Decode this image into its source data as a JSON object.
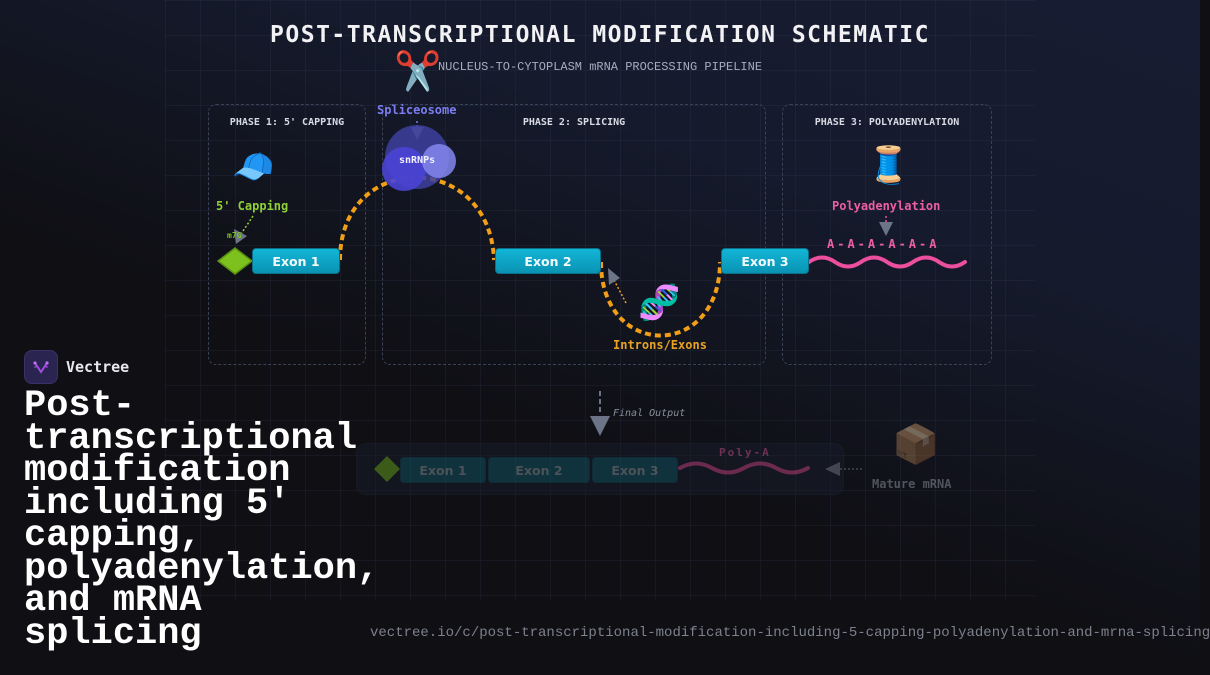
{
  "diagram": {
    "title": "POST-TRANSCRIPTIONAL MODIFICATION SCHEMATIC",
    "subtitle": "NUCLEUS-TO-CYTOPLASM mRNA PROCESSING PIPELINE",
    "phases": [
      {
        "label": "PHASE 1: 5' CAPPING"
      },
      {
        "label": "PHASE 2: SPLICING"
      },
      {
        "label": "PHASE 3: POLYADENYLATION"
      }
    ],
    "capping": {
      "icon": "🧢",
      "label": "5' Capping",
      "cap_label": "m7G",
      "color": "#8fd136"
    },
    "spliceosome": {
      "icon": "✂️",
      "label": "Spliceosome",
      "complex_label": "snRNPs",
      "color": "#7b7ef2"
    },
    "introns": {
      "icon": "🧬",
      "label": "Introns/Exons",
      "color": "#f2a21e"
    },
    "polyadenylation": {
      "icon": "🧵",
      "label": "Polyadenylation",
      "tail_label": "A-A-A-A-A-A",
      "color": "#ec4f9e"
    },
    "exons": [
      {
        "label": "Exon 1"
      },
      {
        "label": "Exon 2"
      },
      {
        "label": "Exon 3"
      }
    ],
    "final": {
      "arrow_label": "Final Output",
      "exons": [
        {
          "label": "Exon 1"
        },
        {
          "label": "Exon 2"
        },
        {
          "label": "Exon 3"
        }
      ],
      "tail_label": "Poly-A",
      "product_icon": "📦",
      "product_label": "Mature mRNA"
    },
    "colors": {
      "exon": "#0fa6c6",
      "cap": "#7cc11e",
      "splice_path": "#f29f17",
      "poly_a": "#ec4f9e",
      "background": "#0f0f14"
    }
  },
  "brand": {
    "name": "Vectree"
  },
  "headline": "Post-transcriptional modification including 5' capping, polyadenylation, and mRNA splicing",
  "url": "vectree.io/c/post-transcriptional-modification-including-5-capping-polyadenylation-and-mrna-splicing"
}
